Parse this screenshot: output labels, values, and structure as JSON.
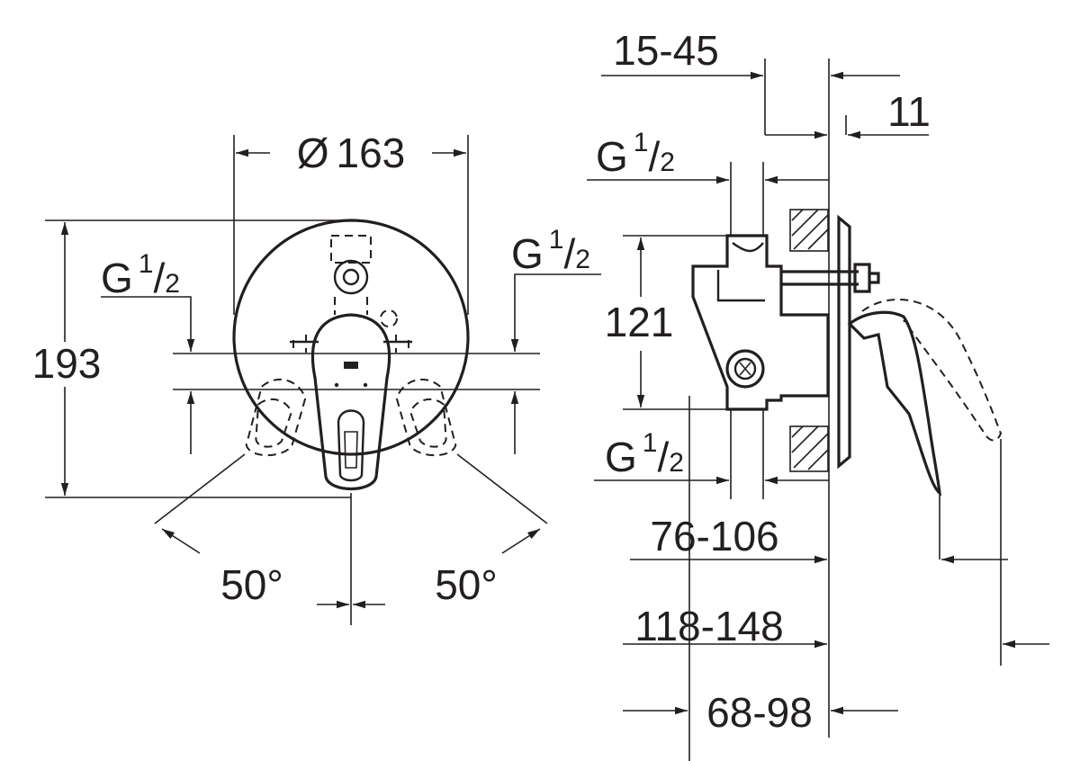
{
  "front_view": {
    "diameter": {
      "symbol": "Ø",
      "value": "163"
    },
    "height": "193",
    "thread_left": {
      "main": "G",
      "num": "1",
      "den": "2"
    },
    "thread_right": {
      "main": "G",
      "num": "1",
      "den": "2"
    },
    "angle_left": "50°",
    "angle_right": "50°"
  },
  "side_view": {
    "wall_range": "15-45",
    "plate": "11",
    "thread_top": {
      "main": "G",
      "num": "1",
      "den": "2"
    },
    "spacing": "121",
    "thread_bottom": {
      "main": "G",
      "num": "1",
      "den": "2"
    },
    "depth_1": "76-106",
    "depth_2": "118-148",
    "depth_3": "68-98"
  }
}
